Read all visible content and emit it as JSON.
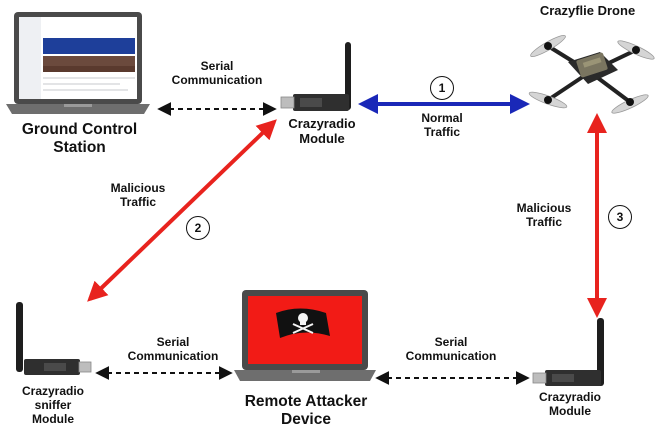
{
  "nodes": {
    "ground_station": "Ground Control\nStation",
    "crazyradio_top": "Crazyradio\nModule",
    "drone": "Crazyflie Drone",
    "sniffer": "Crazyradio\nsniffer\nModule",
    "attacker": "Remote Attacker\nDevice",
    "crazyradio_bottom": "Crazyradio\nModule"
  },
  "edges": {
    "serial_top": "Serial\nCommunication",
    "normal": "Normal\nTraffic",
    "malicious_left": "Malicious\nTraffic",
    "malicious_right": "Malicious\nTraffic",
    "serial_bottom_left": "Serial\nCommunication",
    "serial_bottom_right": "Serial\nCommunication"
  },
  "badges": {
    "normal": "1",
    "malicious_left": "2",
    "malicious_right": "3"
  },
  "colors": {
    "normal_traffic": "#1a28b8",
    "malicious_traffic": "#e8231e",
    "serial_link": "#111111",
    "attacker_screen": "#f21b16"
  }
}
